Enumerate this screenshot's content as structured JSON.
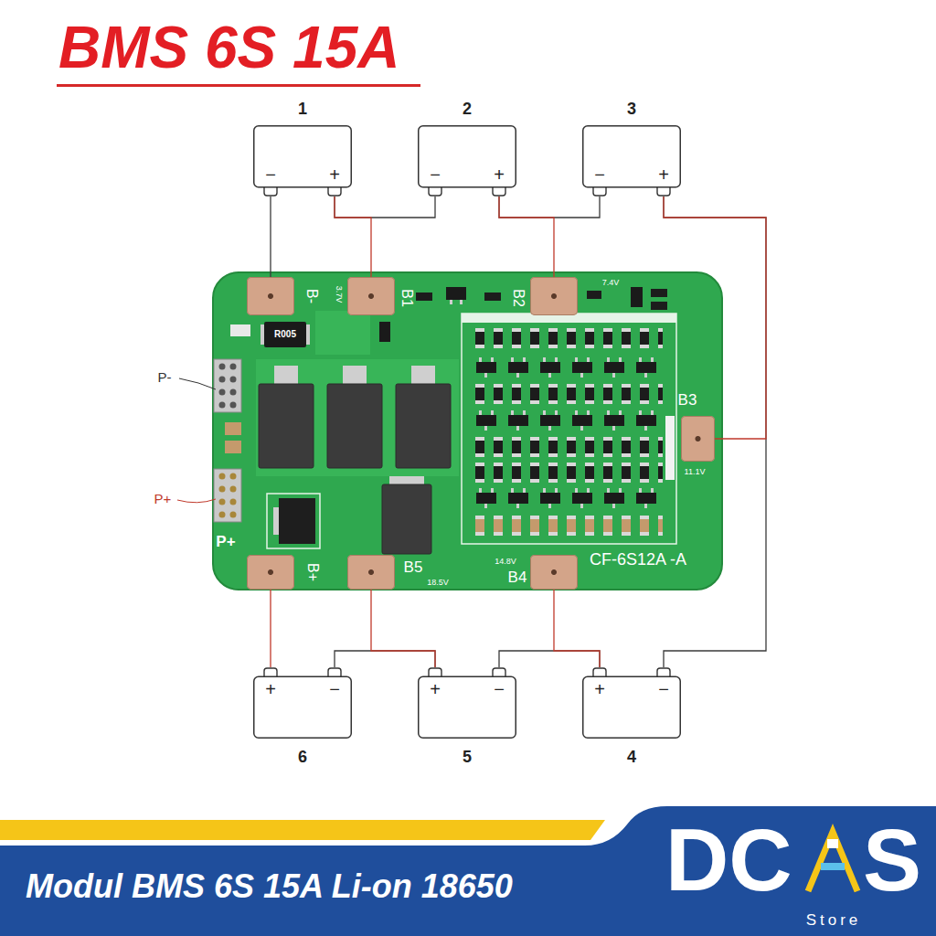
{
  "diagram": {
    "title": "BMS 6S 15A",
    "caption": "Modul BMS 6S 15A Li-on 18650",
    "nodes": [
      {
        "text": [
          "1",
          "−",
          "+"
        ]
      },
      {
        "text": [
          "2",
          "−",
          "+"
        ]
      },
      {
        "text": [
          "3",
          "−",
          "+"
        ]
      },
      {
        "text": [
          "CF-6S12A -A"
        ]
      },
      {
        "text": [
          "B-"
        ],
        "in": 3
      },
      {
        "text": [
          "B1"
        ],
        "in": 3
      },
      {
        "text": [
          "B2"
        ],
        "in": 3
      },
      {
        "text": [
          "B3"
        ],
        "in": 3
      },
      {
        "text": [
          "B+"
        ],
        "in": 3
      },
      {
        "text": [
          "B5"
        ],
        "in": 3
      },
      {
        "text": [
          "B4"
        ],
        "in": 3
      },
      {
        "text": [
          "6",
          "+",
          "−"
        ]
      },
      {
        "text": [
          "5",
          "+",
          "−"
        ]
      },
      {
        "text": [
          "4",
          "+",
          "−"
        ]
      }
    ],
    "edges": [
      {
        "from": 0,
        "to": 4,
        "arrow": "none"
      },
      {
        "from": 0,
        "to": 1,
        "arrow": "none"
      },
      {
        "from": 0,
        "to": 5,
        "arrow": "none"
      },
      {
        "from": 1,
        "to": 2,
        "arrow": "none"
      },
      {
        "from": 1,
        "to": 6,
        "arrow": "none"
      },
      {
        "from": 2,
        "to": 13,
        "arrow": "none"
      },
      {
        "from": 2,
        "to": 7,
        "arrow": "none"
      },
      {
        "from": 13,
        "to": 12,
        "arrow": "none"
      },
      {
        "from": 13,
        "to": 10,
        "arrow": "none"
      },
      {
        "from": 12,
        "to": 11,
        "arrow": "none"
      },
      {
        "from": 12,
        "to": 9,
        "arrow": "none"
      },
      {
        "from": 11,
        "to": 8,
        "arrow": "none"
      }
    ],
    "labels": [
      "P-",
      "P+",
      "R005",
      "3.7V",
      "7.4V",
      "11.1V",
      "14.8V",
      "18.5V",
      "P+",
      "DC",
      "S",
      "Store"
    ]
  }
}
